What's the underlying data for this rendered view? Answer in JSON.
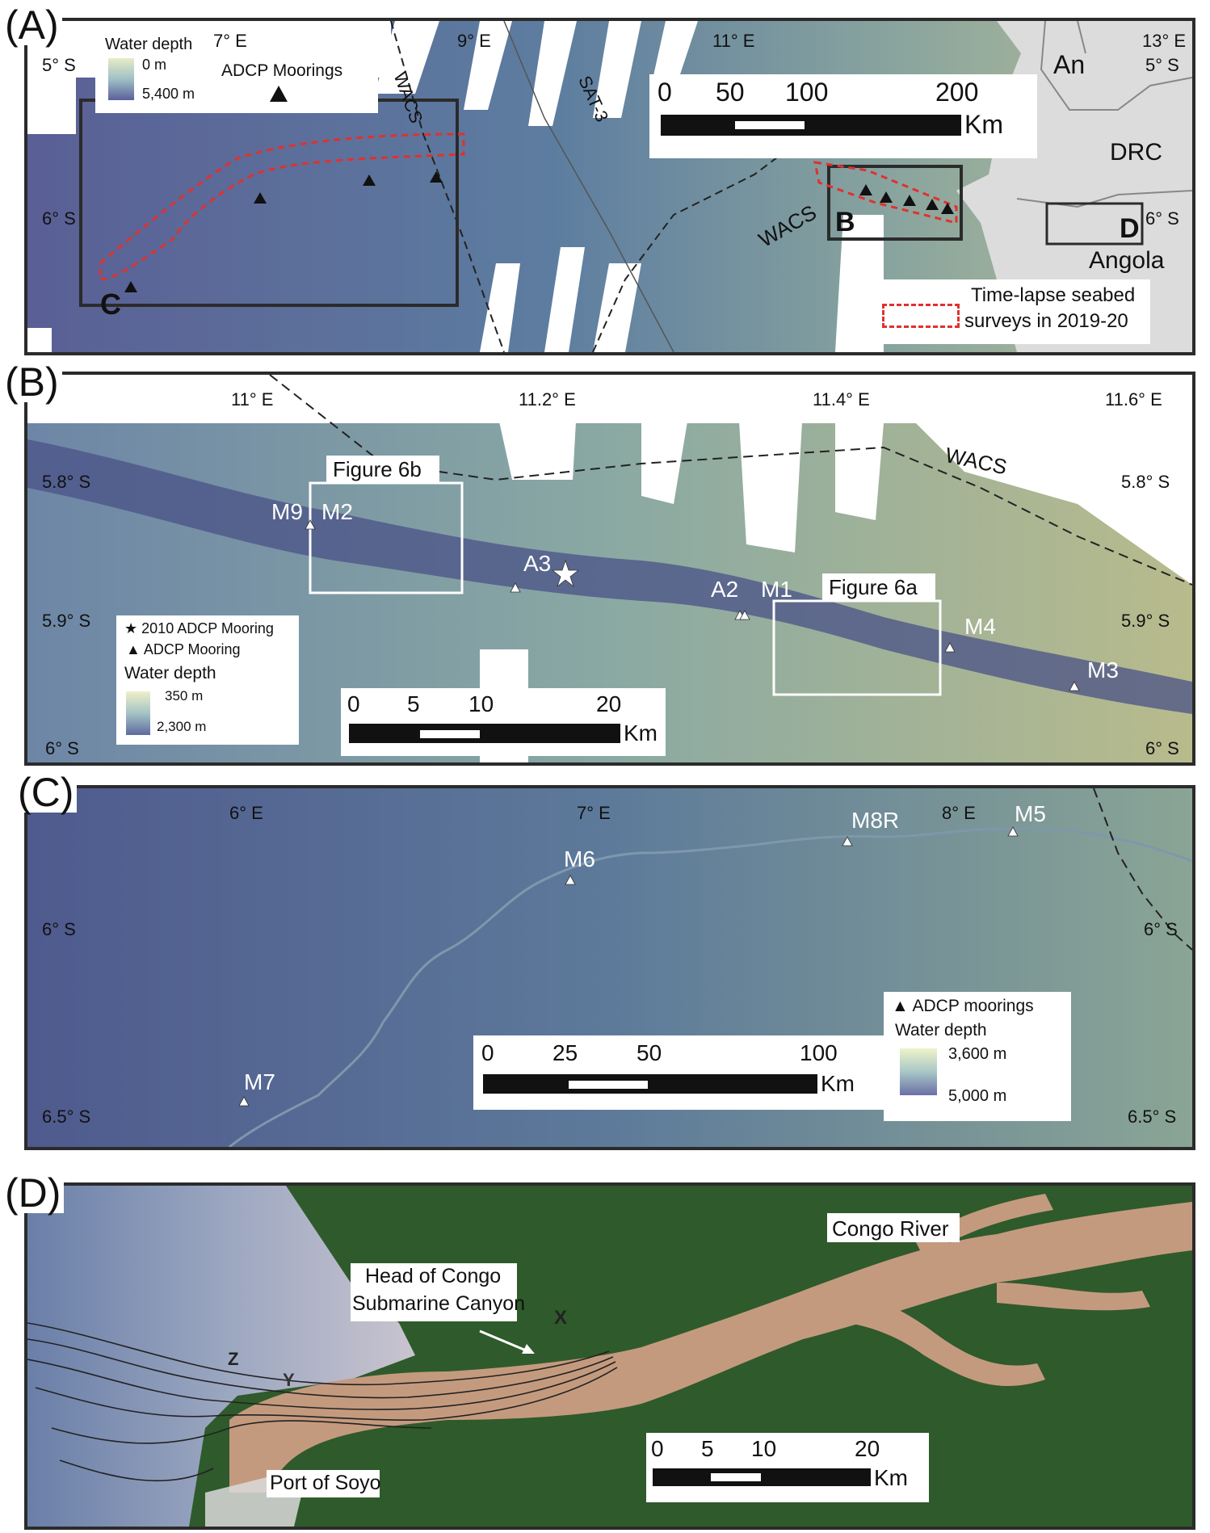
{
  "panels": {
    "A": {
      "tag": "(A)",
      "lon_labels": [
        "7° E",
        "9° E",
        "11° E",
        "13° E"
      ],
      "lat_labels": [
        "5° S",
        "6° S",
        "5° S",
        "6° S"
      ],
      "legend": {
        "title": "Water depth",
        "min": "0 m",
        "max": "5,400 m",
        "symbol_label": "ADCP Moorings"
      },
      "cables": [
        "WACS",
        "SAT-3",
        "WACS"
      ],
      "boxes": [
        "C",
        "B",
        "D"
      ],
      "countries": [
        "An",
        "DRC",
        "Angola"
      ],
      "scalebar": {
        "ticks": [
          "0",
          "50",
          "100",
          "200"
        ],
        "unit": "Km"
      },
      "survey_legend": [
        "Time-lapse seabed",
        "surveys in 2019-20"
      ]
    },
    "B": {
      "tag": "(B)",
      "lon_labels": [
        "11° E",
        "11.2° E",
        "11.4° E",
        "11.6° E"
      ],
      "lat_labels": [
        "5.8° S",
        "5.9° S",
        "6° S",
        "5.8° S",
        "5.9° S",
        "6° S"
      ],
      "figure_boxes": [
        "Figure 6b",
        "Figure 6a"
      ],
      "moorings": [
        "M9",
        "M2",
        "A3",
        "A2",
        "M1",
        "M4",
        "M3"
      ],
      "cable": "WACS",
      "legend": {
        "star": "2010 ADCP Mooring",
        "triangle": "ADCP Mooring",
        "title": "Water depth",
        "min": "350 m",
        "max": "2,300 m"
      },
      "scalebar": {
        "ticks": [
          "0",
          "5",
          "10",
          "20"
        ],
        "unit": "Km"
      }
    },
    "C": {
      "tag": "(C)",
      "lon_labels": [
        "6° E",
        "7° E",
        "8° E"
      ],
      "lat_labels": [
        "6° S",
        "6.5° S",
        "6° S",
        "6.5° S"
      ],
      "moorings": [
        "M8R",
        "M5",
        "M6",
        "M7"
      ],
      "legend": {
        "triangle": "ADCP moorings",
        "title": "Water depth",
        "min": "3,600 m",
        "max": "5,000 m"
      },
      "scalebar": {
        "ticks": [
          "0",
          "25",
          "50",
          "100"
        ],
        "unit": "Km"
      }
    },
    "D": {
      "tag": "(D)",
      "labels": {
        "river": "Congo River",
        "head_1": "Head of Congo",
        "head_2": "Submarine Canyon",
        "port": "Port of Soyo",
        "x": "X",
        "y": "Y",
        "z": "Z"
      },
      "scalebar": {
        "ticks": [
          "0",
          "5",
          "10",
          "20"
        ],
        "unit": "Km"
      }
    }
  },
  "colors": {
    "deep": "#4f5f94",
    "mid": "#6e8fa8",
    "shallow": "#a7b88f",
    "land": "#dcdcdc",
    "survey": "#e0312f",
    "river": "#c49a7e",
    "forest": "#2f5a2c"
  },
  "icons": [
    "triangle-marker-icon",
    "star-marker-icon"
  ]
}
